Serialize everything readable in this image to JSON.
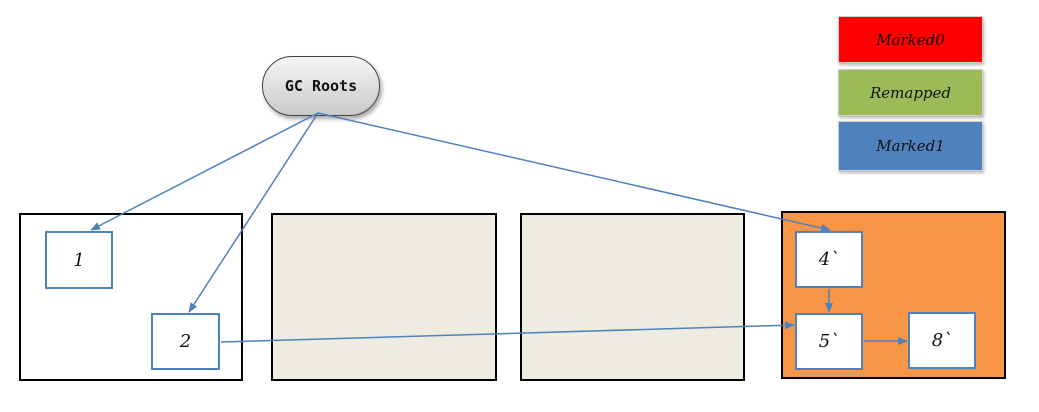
{
  "root": {
    "label": "GC Roots"
  },
  "objects": {
    "o1": "1",
    "o2": "2",
    "o4": "4`",
    "o5": "5`",
    "o8": "8`"
  },
  "legend": [
    {
      "label": "Marked0",
      "color": "#ff0000"
    },
    {
      "label": "Remapped",
      "color": "#9bbb59"
    },
    {
      "label": "Marked1",
      "color": "#4f81bd"
    }
  ],
  "region_colors": {
    "plain": "#ffffff",
    "empty": "#eeebe1",
    "relocated": "#f79646"
  },
  "edges": [
    {
      "from": "GC Roots",
      "to": "1"
    },
    {
      "from": "GC Roots",
      "to": "2"
    },
    {
      "from": "GC Roots",
      "to": "4`"
    },
    {
      "from": "2",
      "to": "5`"
    },
    {
      "from": "4`",
      "to": "5`"
    },
    {
      "from": "5`",
      "to": "8`"
    }
  ]
}
